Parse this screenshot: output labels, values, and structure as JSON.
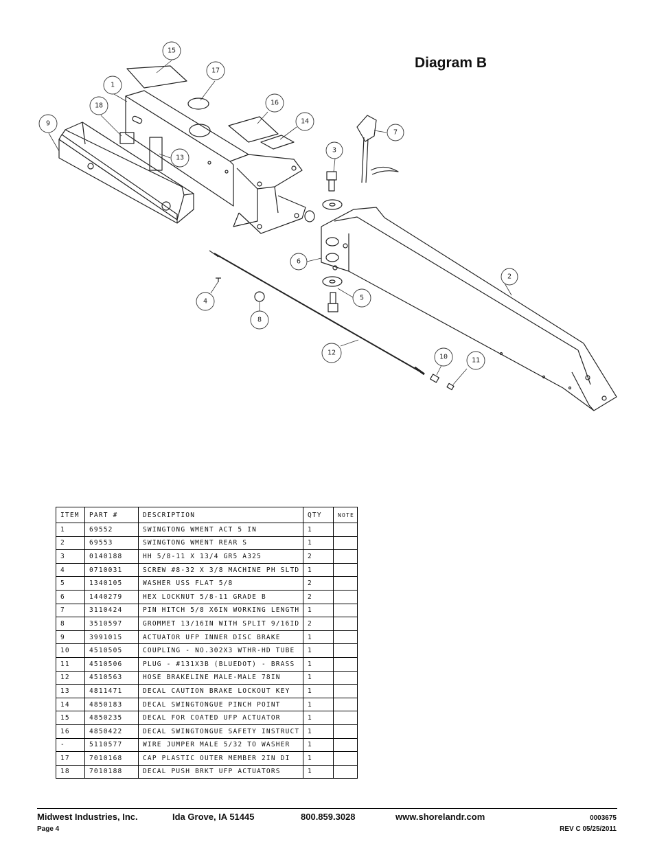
{
  "diagram": {
    "title": "Diagram B",
    "callouts": [
      "15",
      "17",
      "1",
      "18",
      "16",
      "14",
      "9",
      "13",
      "3",
      "7",
      "6",
      "2",
      "4",
      "8",
      "5",
      "12",
      "10",
      "11"
    ]
  },
  "table": {
    "headers": [
      "ITEM",
      "PART #",
      "DESCRIPTION",
      "QTY",
      "NOTE"
    ],
    "rows": [
      [
        "1",
        "69552",
        "SWINGTONG WMENT ACT 5 IN",
        "1",
        ""
      ],
      [
        "2",
        "69553",
        "SWINGTONG WMENT REAR S",
        "1",
        ""
      ],
      [
        "3",
        "0140188",
        "HH 5/8-11 X 13/4  GR5 A325",
        "2",
        ""
      ],
      [
        "4",
        "0710031",
        "SCREW #8-32 X 3/8 MACHINE PH SLTD",
        "1",
        ""
      ],
      [
        "5",
        "1340105",
        "WASHER USS FLAT 5/8",
        "2",
        ""
      ],
      [
        "6",
        "1440279",
        "HEX LOCKNUT 5/8-11 GRADE B",
        "2",
        ""
      ],
      [
        "7",
        "3110424",
        "PIN HITCH 5/8 X6IN WORKING LENGTH",
        "1",
        ""
      ],
      [
        "8",
        "3510597",
        "GROMMET 13/16IN  WITH SPLIT 9/16ID",
        "2",
        ""
      ],
      [
        "9",
        "3991015",
        "ACTUATOR UFP INNER  DISC BRAKE",
        "1",
        ""
      ],
      [
        "10",
        "4510505",
        "COUPLING - NO.302X3 WTHR-HD TUBE",
        "1",
        ""
      ],
      [
        "11",
        "4510506",
        "PLUG - #131X3B (BLUEDOT) - BRASS",
        "1",
        ""
      ],
      [
        "12",
        "4510563",
        "HOSE BRAKELINE MALE-MALE 78IN",
        "1",
        ""
      ],
      [
        "13",
        "4811471",
        "DECAL CAUTION BRAKE LOCKOUT KEY",
        "1",
        ""
      ],
      [
        "14",
        "4850183",
        "DECAL SWINGTONGUE PINCH POINT",
        "1",
        ""
      ],
      [
        "15",
        "4850235",
        "DECAL FOR COATED UFP ACTUATOR",
        "1",
        ""
      ],
      [
        "16",
        "4850422",
        "DECAL SWINGTONGUE SAFETY INSTRUCT",
        "1",
        ""
      ],
      [
        "-",
        "5110577",
        "WIRE JUMPER MALE 5/32 TO WASHER",
        "1",
        ""
      ],
      [
        "17",
        "7010168",
        "CAP  PLASTIC OUTER MEMBER 2IN DI",
        "1",
        ""
      ],
      [
        "18",
        "7010188",
        "DECAL PUSH BRKT UFP ACTUATORS",
        "1",
        ""
      ]
    ]
  },
  "footer": {
    "company": "Midwest Industries, Inc.",
    "city": "Ida Grove, IA  51445",
    "phone": "800.859.3028",
    "website": "www.shorelandr.com",
    "doc_number": "0003675",
    "page": "Page 4",
    "revision": "REV C  05/25/2011"
  }
}
